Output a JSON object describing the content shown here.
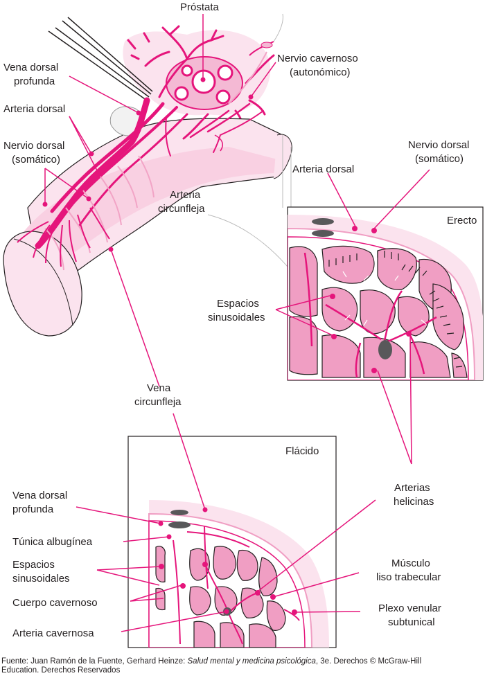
{
  "colors": {
    "magenta": "#e5157b",
    "pink_fill": "#f09ec3",
    "pale_pink": "#fbe3ee",
    "dark_gray": "#58585a",
    "outline": "#231f20"
  },
  "labels": {
    "prostata": "Próstata",
    "vena_dorsal_profunda": [
      "Vena dorsal",
      "profunda"
    ],
    "arteria_dorsal": "Arteria dorsal",
    "nervio_cavernoso": [
      "Nervio cavernoso",
      "(autonómico)"
    ],
    "nervio_dorsal": [
      "Nervio dorsal",
      "(somático)"
    ],
    "arteria_circunfleja": [
      "Arteria",
      "circunfleja"
    ],
    "vena_circunfleja": [
      "Vena",
      "circunfleja"
    ],
    "arteria_dorsal_right": "Arteria dorsal",
    "nervio_dorsal_right": [
      "Nervio dorsal",
      "(somático)"
    ],
    "erecto": "Erecto",
    "espacios_sinusoidales_right": [
      "Espacios",
      "sinusoidales"
    ],
    "flacido": "Flácido",
    "vena_dorsal_profunda_bottom": [
      "Vena dorsal",
      "profunda"
    ],
    "tunica_albuginea": "Túnica albugínea",
    "espacios_sinusoidales_bottom": [
      "Espacios",
      "sinusoidales"
    ],
    "cuerpo_cavernoso": "Cuerpo cavernoso",
    "arteria_cavernosa": "Arteria cavernosa",
    "arterias_helicinas": [
      "Arterias",
      "helicinas"
    ],
    "musculo_liso": [
      "Músculo",
      "liso trabecular"
    ],
    "plexo_venular": [
      "Plexo venular",
      "subtunical"
    ]
  },
  "caption": {
    "prefix": "Fuente: Juan Ramón de la Fuente, Gerhard Heinze: ",
    "title": "Salud mental y medicina psicológica",
    "suffix": ", 3e. Derechos © McGraw-Hill",
    "line2": "Education. Derechos Reservados"
  }
}
